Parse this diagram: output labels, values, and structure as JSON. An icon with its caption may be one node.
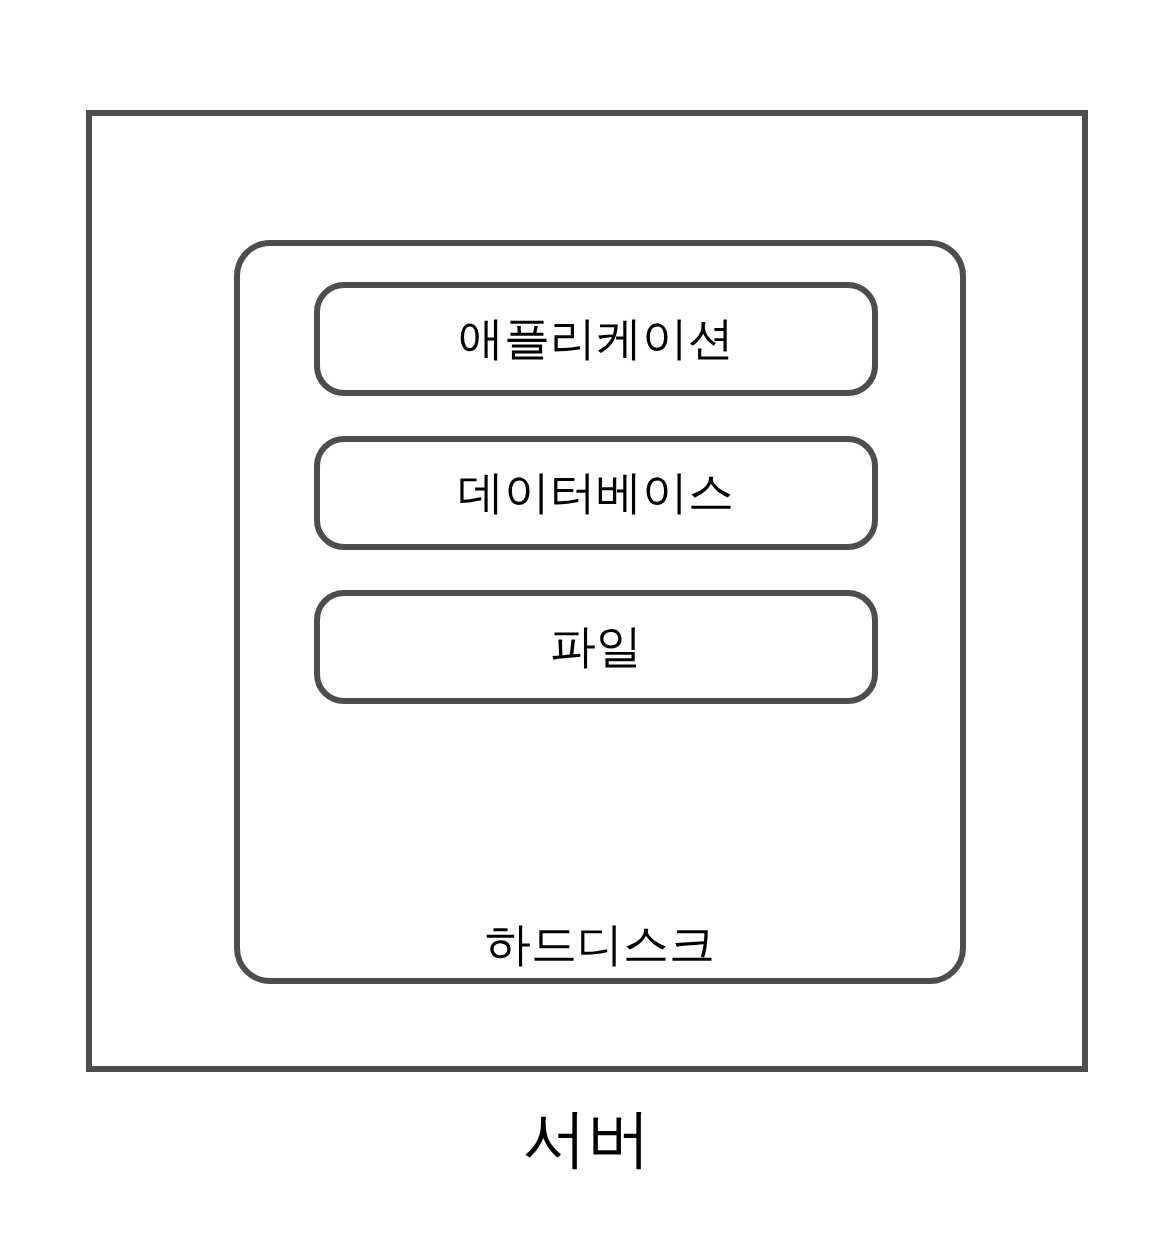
{
  "diagram": {
    "nodes": [
      {
        "text": [
          "서버"
        ]
      },
      {
        "text": [
          "하드디스크"
        ],
        "in": 0
      },
      {
        "text": [
          "애플리케이션"
        ],
        "in": 1
      },
      {
        "text": [
          "데이터베이스"
        ],
        "in": 1
      },
      {
        "text": [
          "파일"
        ],
        "in": 1
      }
    ]
  }
}
